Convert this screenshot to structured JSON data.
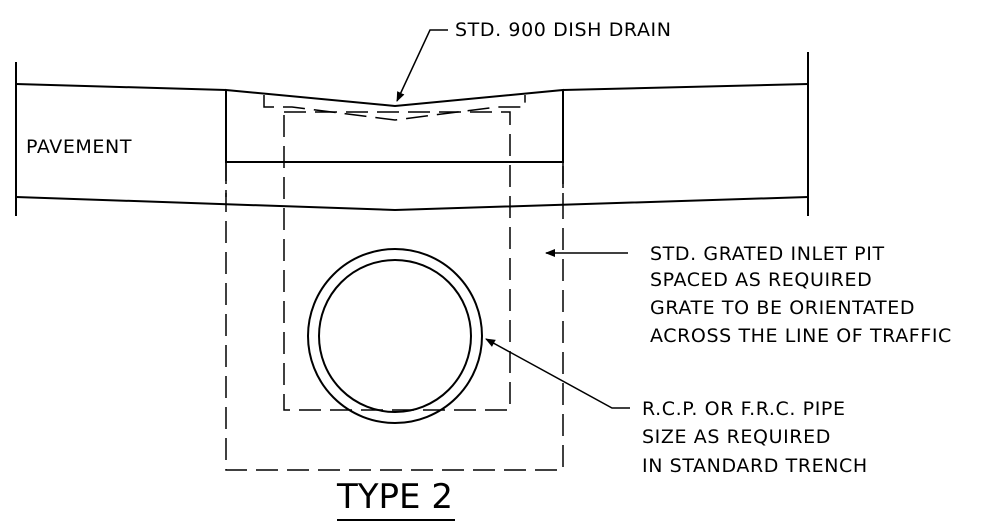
{
  "labels": {
    "dish_drain": "STD. 900 DISH DRAIN",
    "pavement": "PAVEMENT",
    "inlet_pit": [
      "STD. GRATED INLET PIT",
      "SPACED AS REQUIRED",
      "GRATE TO BE ORIENTATED",
      "ACROSS THE LINE OF TRAFFIC"
    ],
    "pipe": [
      "R.C.P. OR F.R.C. PIPE",
      "SIZE AS REQUIRED",
      "IN STANDARD TRENCH"
    ]
  },
  "title": "TYPE 2"
}
